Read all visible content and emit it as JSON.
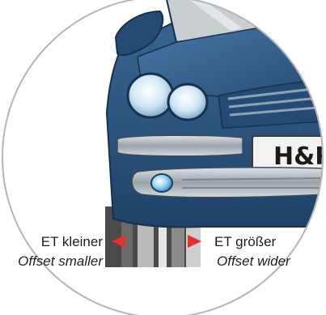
{
  "brand": {
    "plate_text": "H&R"
  },
  "labels": {
    "smaller_de": "ET kleiner",
    "smaller_en": "Offset smaller",
    "wider_de": "ET größer",
    "wider_en": "Offset wider"
  },
  "colors": {
    "car_body": "#2f5a86",
    "arrow": "#e1332b",
    "tire": "#3a3a3a",
    "background": "#ffffff",
    "circle_border": "#b5b5b5"
  },
  "icons": {
    "arrow_left": "arrow-left-icon",
    "arrow_right": "arrow-right-icon"
  }
}
